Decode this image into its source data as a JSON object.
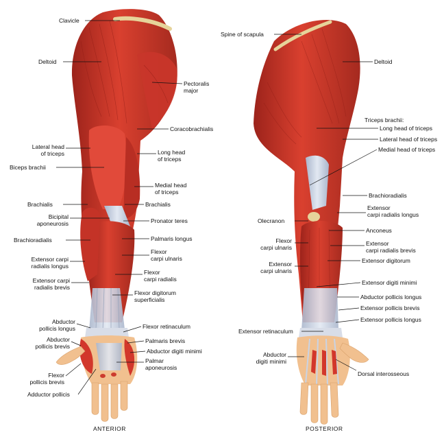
{
  "colors": {
    "muscle": "#d2372b",
    "muscle_dark": "#8e1d16",
    "muscle_light": "#e5574a",
    "tendon": "#c9d3e4",
    "bone": "#e6d39a",
    "skin": "#f1c08f",
    "leader": "#111111"
  },
  "views": {
    "anterior": "ANTERIOR",
    "posterior": "POSTERIOR"
  },
  "anterior_labels": {
    "clavicle": "Clavicle",
    "deltoid": "Deltoid",
    "pectoralis_major": "Pectoralis\nmajor",
    "coracobrachialis": "Coracobrachialis",
    "lateral_head_triceps": "Lateral head\nof triceps",
    "long_head_triceps": "Long head\nof triceps",
    "biceps_brachii": "Biceps brachii",
    "medial_head_triceps": "Medial head\nof triceps",
    "brachialis_left": "Brachialis",
    "brachialis_right": "Brachialis",
    "bicipital_aponeurosis": "Bicipital\naponeurosis",
    "pronator_teres": "Pronator teres",
    "brachioradialis": "Brachioradialis",
    "palmaris_longus": "Palmaris longus",
    "flexor_carpi_ulnaris": "Flexor\ncarpi ulnaris",
    "ext_carpi_radialis_longus": "Extensor carpi\nradialis longus",
    "flexor_carpi_radialis": "Flexor\ncarpi radialis",
    "ext_carpi_radialis_brevis": "Extensor carpi\nradialis brevis",
    "flexor_digitorum_superficialis": "Flexor digitorum\nsuperficialis",
    "abductor_pollicis_longus": "Abductor\npollicis longus",
    "flexor_retinaculum": "Flexor retinaculum",
    "abductor_pollicis_brevis": "Abductor\npollicis brevis",
    "palmaris_brevis": "Palmaris brevis",
    "abductor_digiti_minimi": "Abductor digiti minimi",
    "palmar_aponeurosis": "Palmar\naponeurosis",
    "flexor_pollicis_brevis": "Flexor\npollicis brevis",
    "adductor_pollicis": "Adductor pollicis"
  },
  "posterior_labels": {
    "spine_of_scapula": "Spine of scapula",
    "deltoid": "Deltoid",
    "triceps_brachii": "Triceps brachii:",
    "long_head_triceps": "Long head of triceps",
    "lateral_head_triceps": "Lateral head of triceps",
    "medial_head_triceps": "Medial head of triceps",
    "brachioradialis": "Brachioradialis",
    "ext_carpi_radialis_longus": "Extensor\ncarpi radialis longus",
    "olecranon": "Olecranon",
    "anconeus": "Anconeus",
    "flexor_carpi_ulnaris": "Flexor\ncarpi ulnaris",
    "ext_carpi_radialis_brevis": "Extensor\ncarpi radialis brevis",
    "ext_carpi_ulnaris": "Extensor\ncarpi ulnaris",
    "ext_digitorum": "Extensor digitorum",
    "ext_digiti_minimi": "Extensor digiti minimi",
    "abductor_pollicis_longus": "Abductor pollicis longus",
    "ext_pollicis_brevis": "Extensor pollicis brevis",
    "ext_pollicis_longus": "Extensor pollicis longus",
    "ext_retinaculum": "Extensor retinaculum",
    "abductor_digiti_minimi": "Abductor\ndigiti minimi",
    "dorsal_interosseous": "Dorsal interosseous"
  }
}
